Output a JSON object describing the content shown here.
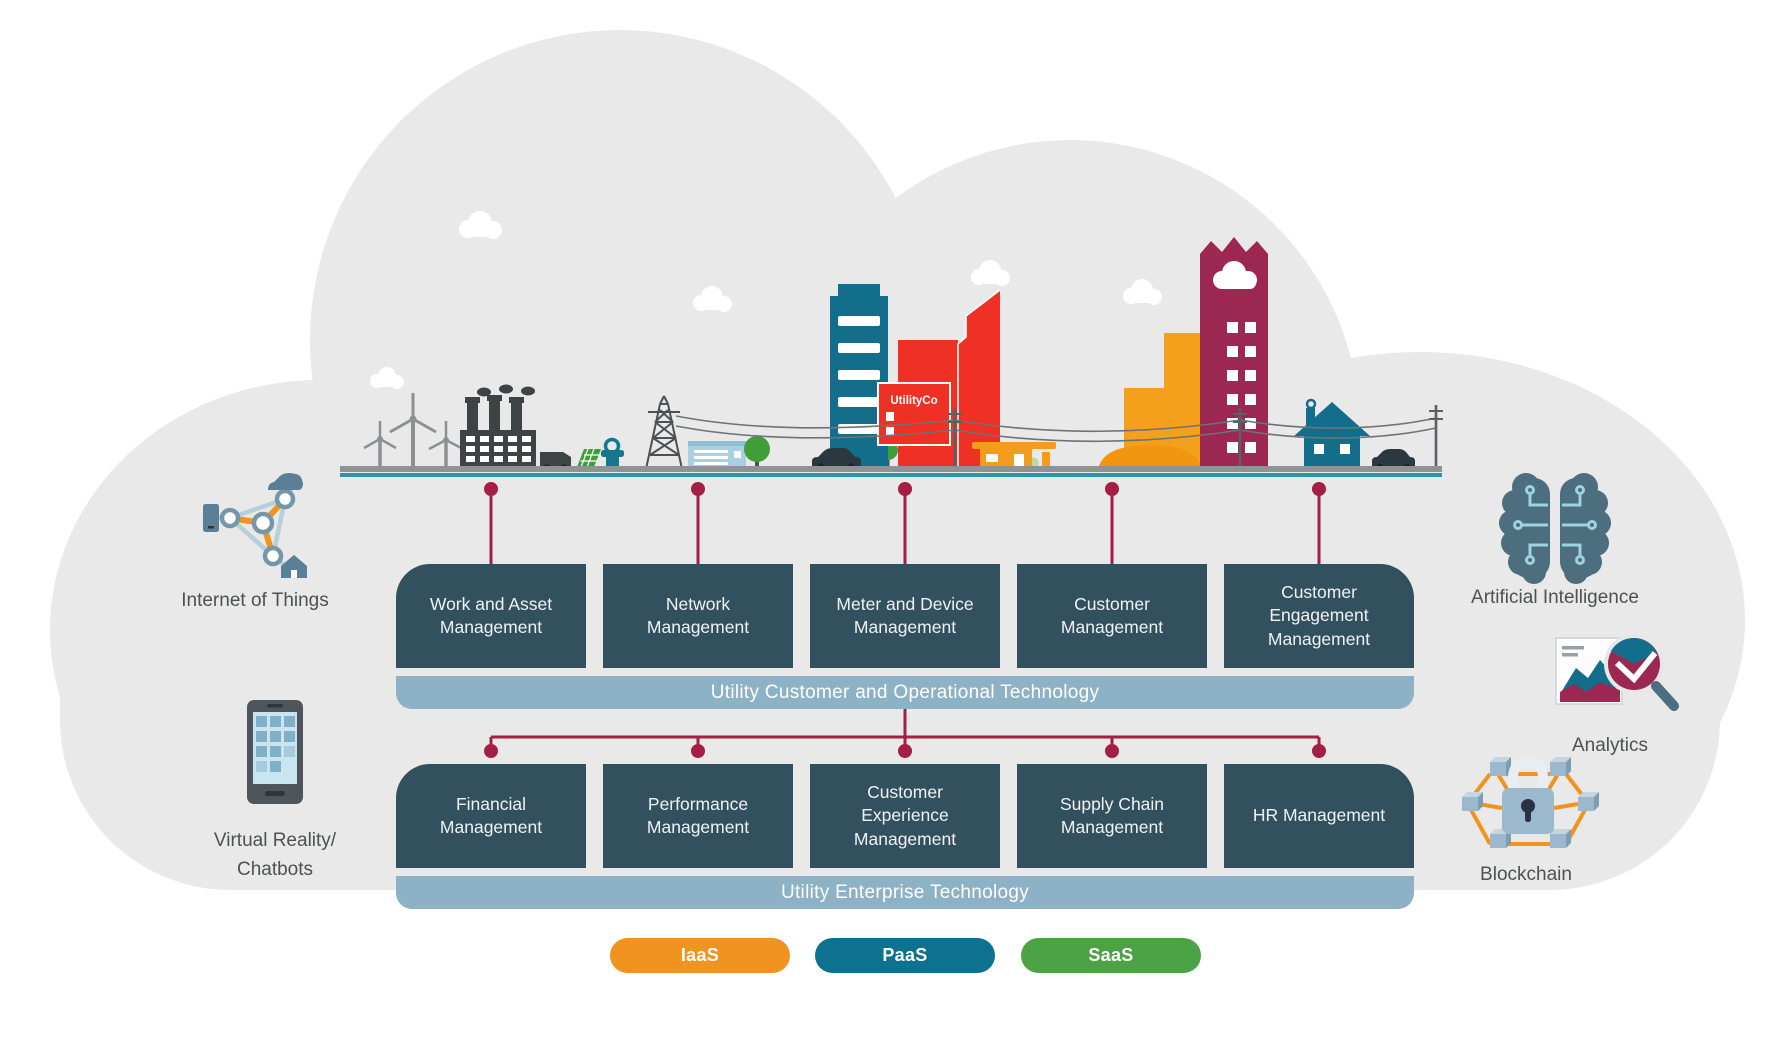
{
  "city": {
    "company_label": "UtilityCo"
  },
  "left_panel": {
    "iot_label": "Internet of Things",
    "vr_label_line1": "Virtual Reality/",
    "vr_label_line2": "Chatbots"
  },
  "right_panel": {
    "ai_label": "Artificial Intelligence",
    "analytics_label": "Analytics",
    "blockchain_label": "Blockchain"
  },
  "operational": {
    "bar_label": "Utility Customer and Operational Technology",
    "boxes": [
      {
        "label": "Work and Asset Management"
      },
      {
        "label": "Network Management"
      },
      {
        "label": "Meter and Device Management"
      },
      {
        "label": "Customer Management"
      },
      {
        "label": "Customer Engagement Management"
      }
    ]
  },
  "enterprise": {
    "bar_label": "Utility Enterprise Technology",
    "boxes": [
      {
        "label": "Financial Management"
      },
      {
        "label": "Performance Management"
      },
      {
        "label": "Customer Experience Management"
      },
      {
        "label": "Supply Chain Management"
      },
      {
        "label": "HR Management"
      }
    ]
  },
  "service_models": [
    {
      "label": "IaaS",
      "color": "#f0941f"
    },
    {
      "label": "PaaS",
      "color": "#0c7290"
    },
    {
      "label": "SaaS",
      "color": "#4ba345"
    }
  ],
  "icons": {
    "left": [
      "iot-network-icon",
      "smartphone-icon"
    ],
    "right": [
      "brain-circuit-icon",
      "analytics-magnifier-icon",
      "blockchain-lock-icon"
    ]
  },
  "colors": {
    "cloud_background": "#e9e9e9",
    "tech_box": "#33505e",
    "tech_bar": "#8db2c6",
    "connector": "#a41e45",
    "city_teal": "#136e8c",
    "city_red": "#ee3124",
    "city_orange": "#f49d1d",
    "city_maroon": "#9c2750"
  }
}
